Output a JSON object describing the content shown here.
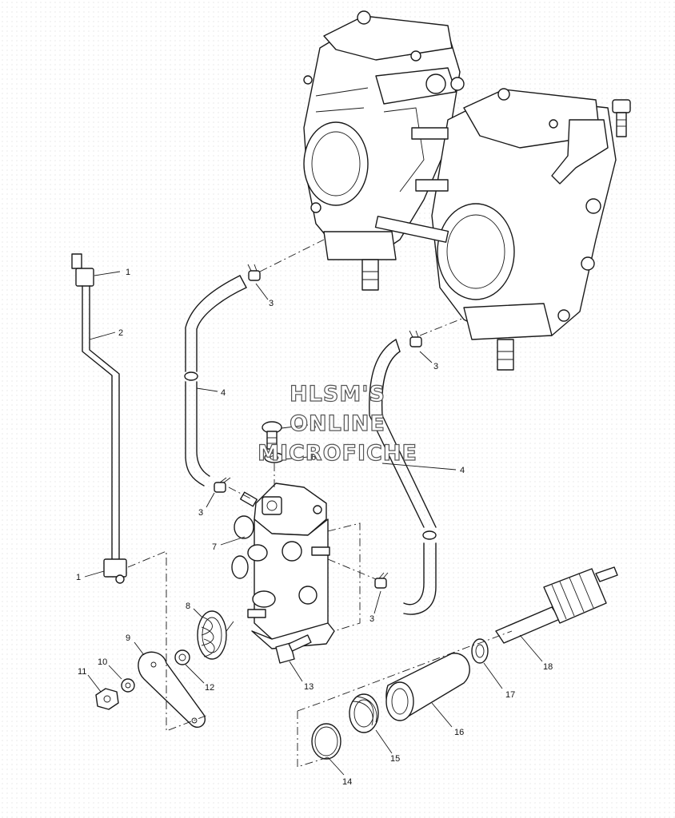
{
  "watermark": {
    "line1": "HLSM'S",
    "line2": "ONLINE",
    "line3": "MICROFICHE"
  },
  "callouts": {
    "c1a": "1",
    "c1b": "1",
    "c2": "2",
    "c3a": "3",
    "c3b": "3",
    "c3c": "3",
    "c3d": "3",
    "c4a": "4",
    "c4b": "4",
    "c5": "5",
    "c6": "6",
    "c7": "7",
    "c8": "8",
    "c9": "9",
    "c10": "10",
    "c11": "11",
    "c12": "12",
    "c13": "13",
    "c14": "14",
    "c15": "15",
    "c16": "16",
    "c17": "17",
    "c18": "18"
  },
  "colors": {
    "ink": "#1a1a1a",
    "paper": "#ffffff",
    "dots": "#d9d9d9"
  }
}
